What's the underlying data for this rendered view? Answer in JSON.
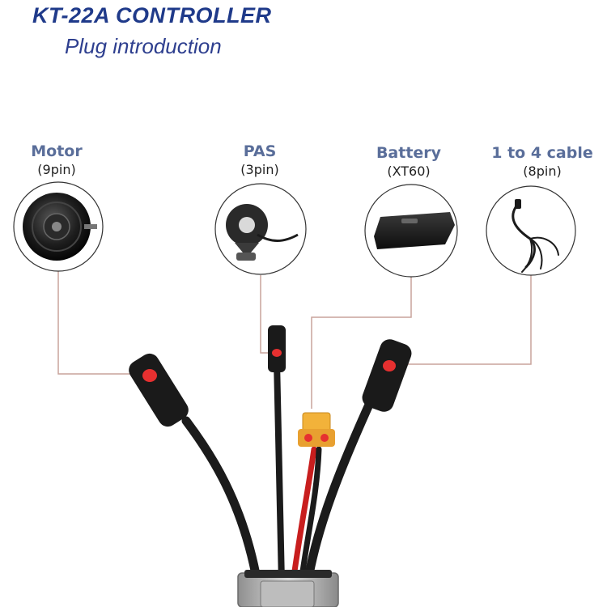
{
  "header": {
    "title": "KT-22A CONTROLLER",
    "subtitle": "Plug introduction"
  },
  "plugs": [
    {
      "name": "Motor",
      "pins": "(9pin)",
      "icon": "hub-motor-icon"
    },
    {
      "name": "PAS",
      "pins": "(3pin)",
      "icon": "pas-sensor-icon"
    },
    {
      "name": "Battery",
      "pins": "(XT60)",
      "icon": "battery-icon"
    },
    {
      "name": "1 to 4 cable",
      "pins": "(8pin)",
      "icon": "cable-icon"
    }
  ],
  "colors": {
    "title": "#1f3a8a",
    "label": "#5a6e9a",
    "leader_line": "#c8a49c",
    "cable": "#1b1b1b",
    "connector_tip": "#e63030",
    "xt60": "#f2b23a"
  }
}
